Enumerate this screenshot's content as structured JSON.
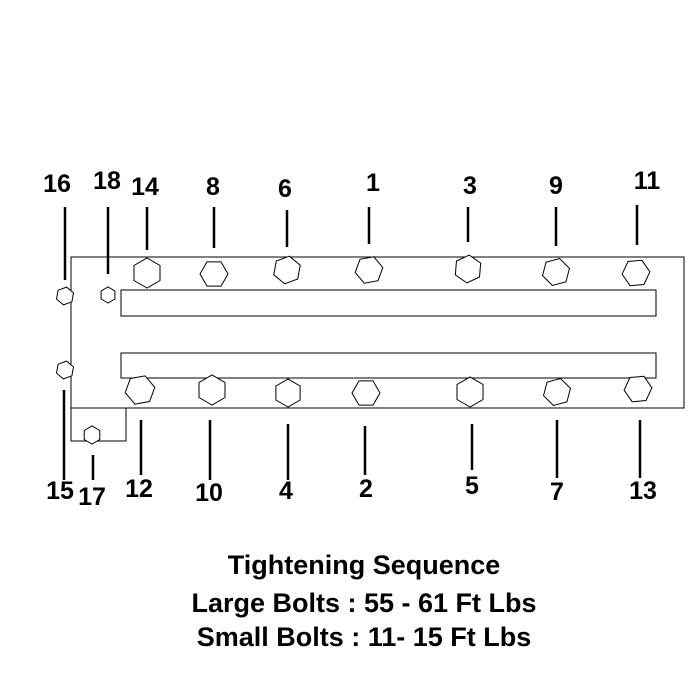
{
  "title": "Tightening Sequence",
  "large_bolts": "Large Bolts : 55 - 61 Ft Lbs",
  "small_bolts": "Small Bolts : 11- 15 Ft Lbs",
  "bolts": {
    "top": [
      "16",
      "18",
      "14",
      "8",
      "6",
      "1",
      "3",
      "9",
      "11"
    ],
    "bottom": [
      "15",
      "17",
      "12",
      "10",
      "4",
      "2",
      "5",
      "7",
      "13"
    ]
  },
  "colors": {
    "line": "#000000",
    "background": "#ffffff"
  }
}
